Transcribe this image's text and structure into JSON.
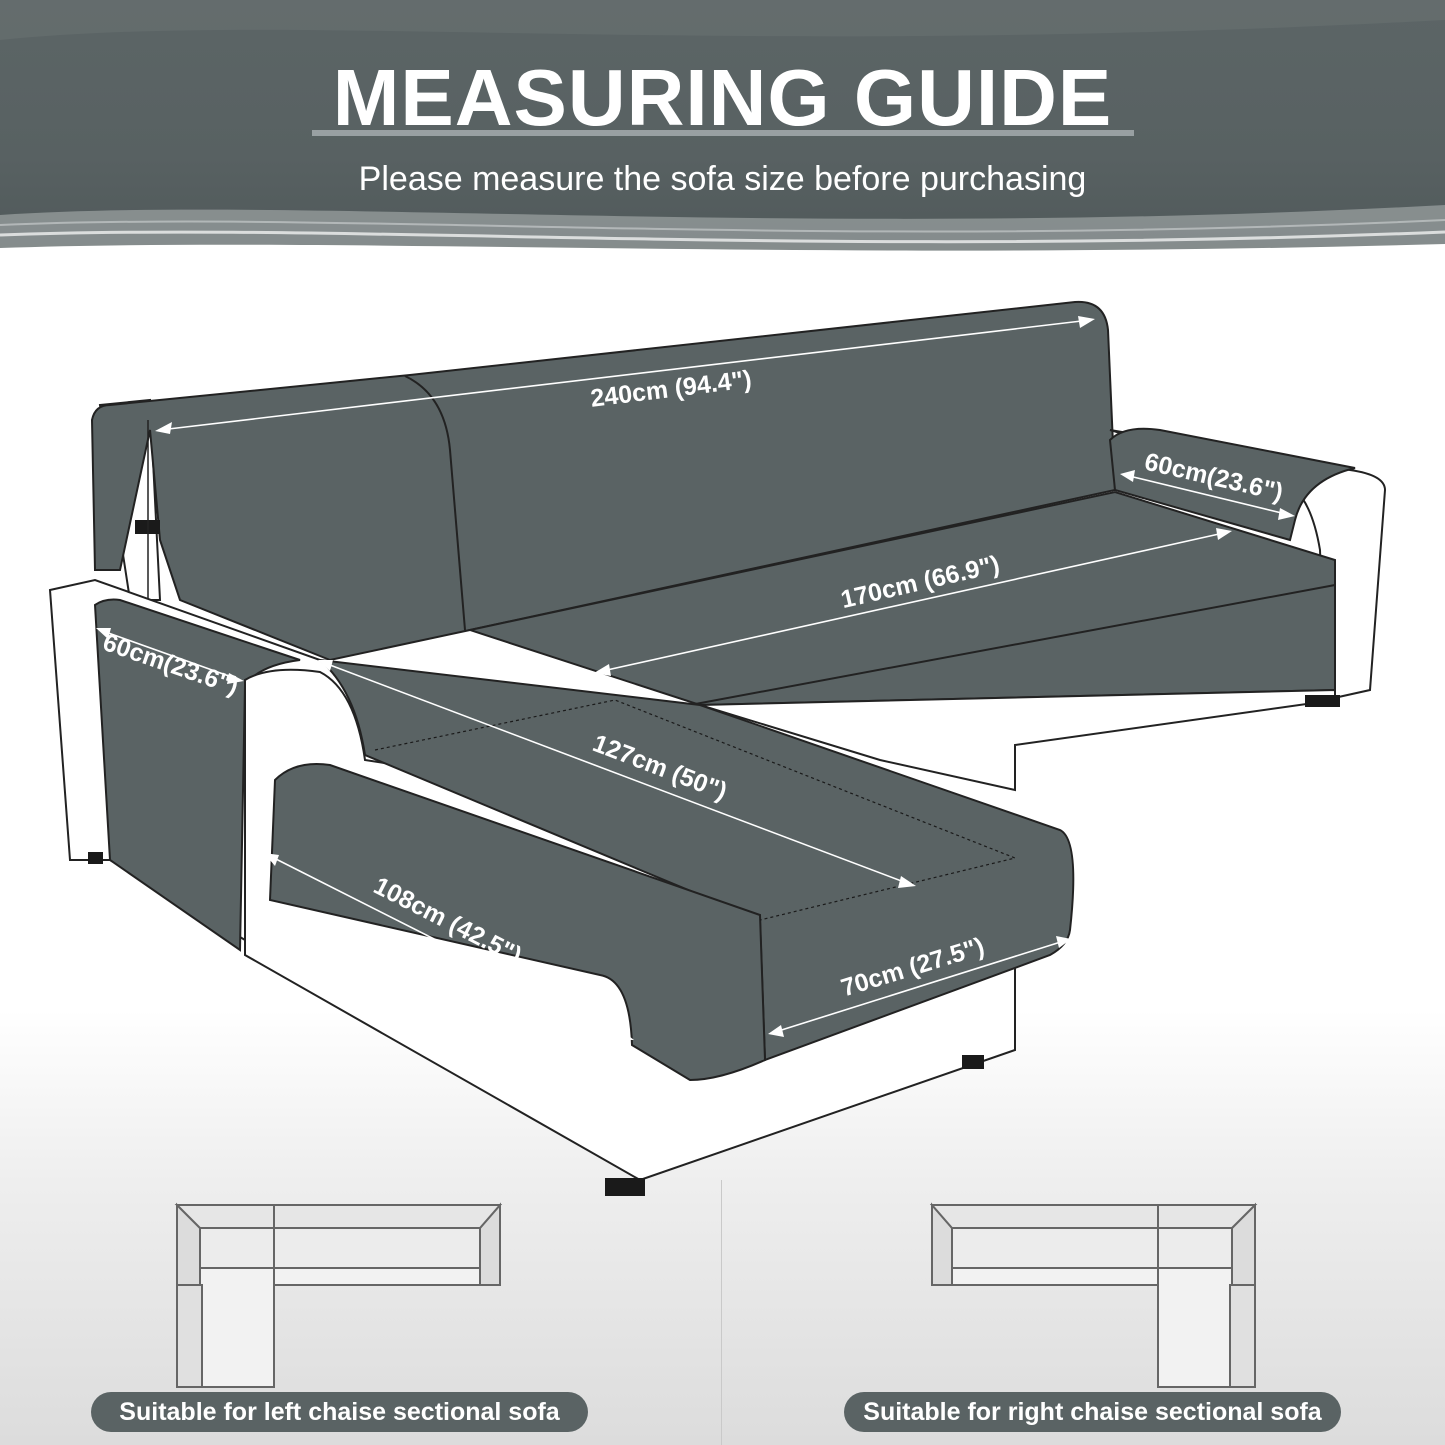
{
  "header": {
    "title": "MEASURING GUIDE",
    "subtitle": "Please measure the sofa size before purchasing"
  },
  "dimensions": {
    "backrest_width": "240cm (94.4\")",
    "right_arm": "60cm(23.6\")",
    "seat_width": "170cm (66.9\")",
    "left_arm": "60cm(23.6\")",
    "chaise_length": "127cm (50\")",
    "chaise_side": "108cm (42.5\")",
    "chaise_width": "70cm (27.5\")"
  },
  "options": {
    "left_label": "Suitable for left chaise sectional sofa",
    "right_label": "Suitable for right chaise sectional sofa"
  },
  "colors": {
    "cover": "#5a6364",
    "banner": "#586162",
    "sofa_frame": "#ffffff"
  }
}
